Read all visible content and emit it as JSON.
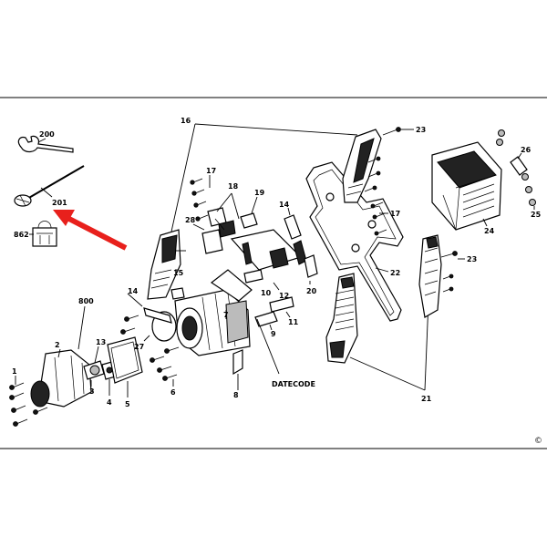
{
  "colors": {
    "line": "#000000",
    "arrow": "#e8201c",
    "background": "#ffffff"
  },
  "labels": {
    "l1": "1",
    "l2": "2",
    "l3": "3",
    "l4": "4",
    "l5": "5",
    "l6": "6",
    "l7": "7",
    "l8": "8",
    "l9": "9",
    "l10": "10",
    "l11": "11",
    "l12": "12",
    "l13": "13",
    "l14a": "14",
    "l14b": "14",
    "l15": "15",
    "l16": "16",
    "l17a": "17",
    "l17b": "17",
    "l18": "18",
    "l19": "19",
    "l20": "20",
    "l21": "21",
    "l22": "22",
    "l23a": "23",
    "l23b": "23",
    "l24": "24",
    "l25": "25",
    "l26": "26",
    "l27": "27",
    "l28": "28",
    "l200": "200",
    "l201": "201",
    "l800": "800",
    "l862": "862",
    "datecode": "DATECODE",
    "copyright": "©"
  },
  "icons": [
    "wrench-icon",
    "bag-icon",
    "arrow-icon",
    "screw-icon"
  ]
}
